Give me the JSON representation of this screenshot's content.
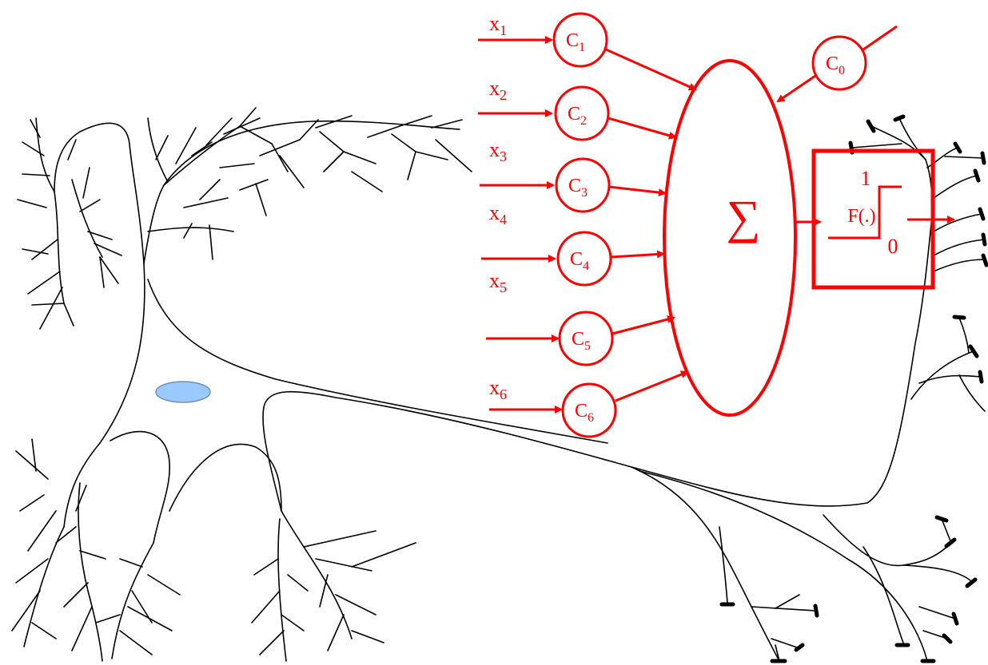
{
  "colors": {
    "model": "#ff0000",
    "neuron": "#000000",
    "nucleus": "#99c9ff"
  },
  "inputs": [
    {
      "x": "x",
      "x_sub": "1",
      "c": "C",
      "c_sub": "1"
    },
    {
      "x": "x",
      "x_sub": "2",
      "c": "C",
      "c_sub": "2"
    },
    {
      "x": "x",
      "x_sub": "3",
      "c": "C",
      "c_sub": "3"
    },
    {
      "x": "x",
      "x_sub": "4",
      "c": "C",
      "c_sub": "4"
    },
    {
      "x": "x",
      "x_sub": "5",
      "c": "C",
      "c_sub": "5"
    },
    {
      "x": "x",
      "x_sub": "6",
      "c": "C",
      "c_sub": "6"
    }
  ],
  "bias": {
    "c": "C",
    "c_sub": "0"
  },
  "summation": {
    "symbol": "∑"
  },
  "activation": {
    "label": "F(.)",
    "high": "1",
    "low": "0"
  }
}
